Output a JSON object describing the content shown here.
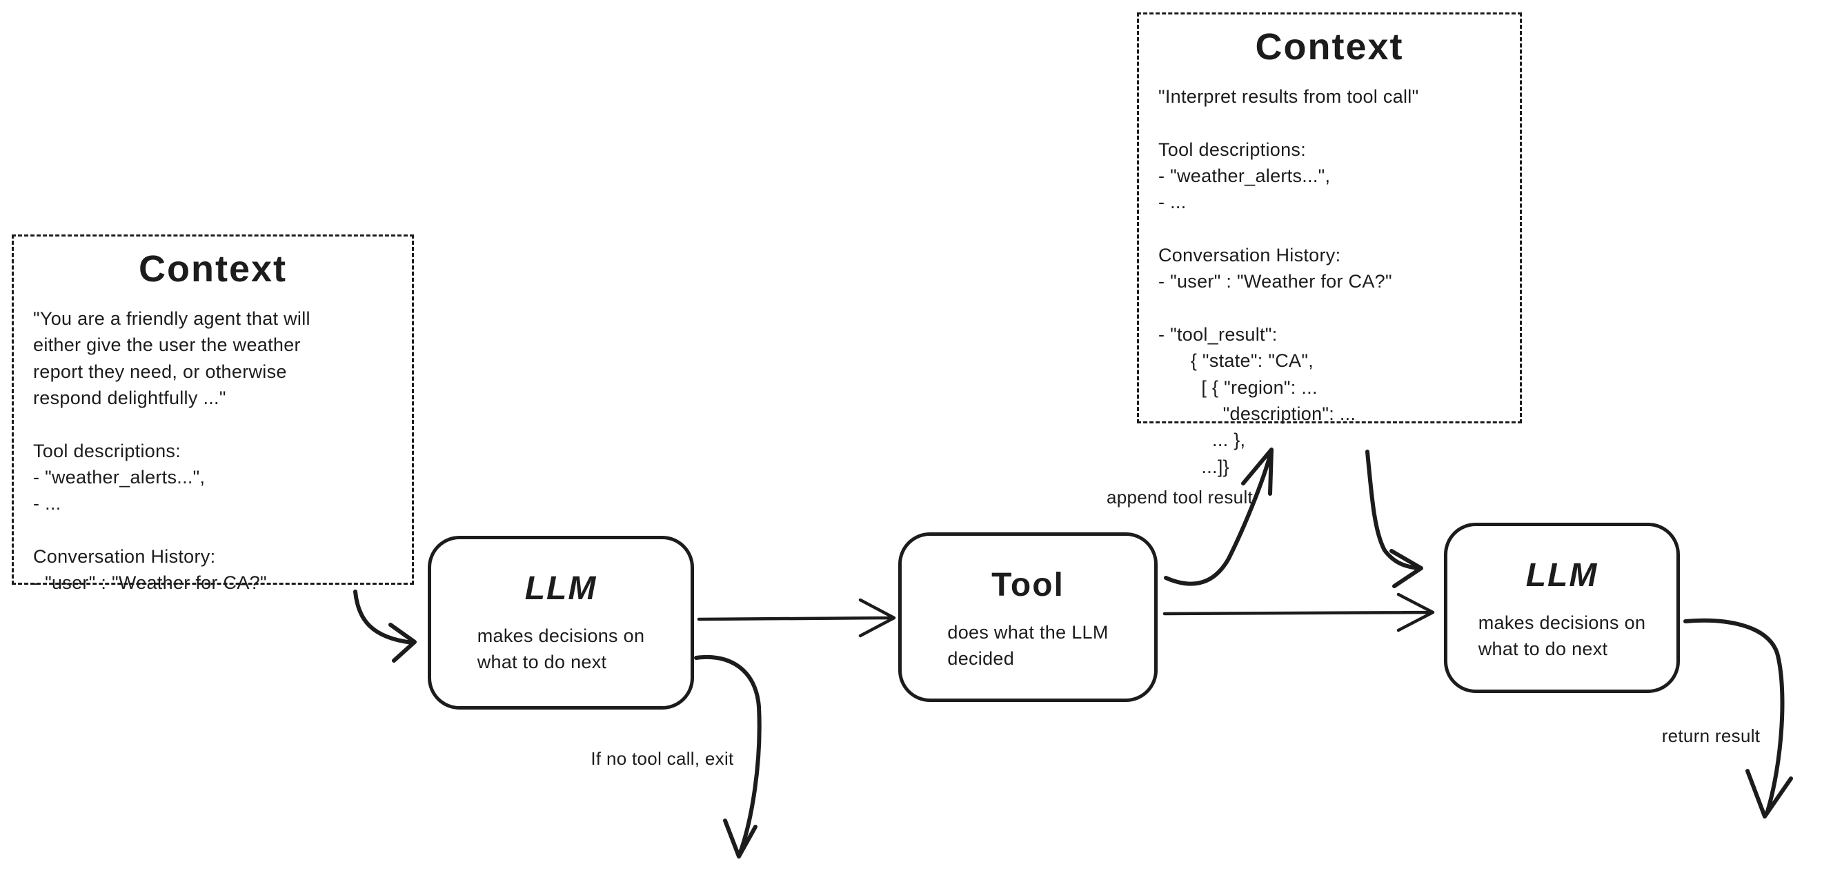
{
  "colors": {
    "background": "#ffffff",
    "ink": "#1c1c1c"
  },
  "context_left": {
    "title": "Context",
    "body": [
      "\"You are a friendly agent that will",
      "either give the user the weather",
      "report they need, or otherwise",
      "respond delightfully ...\"",
      "",
      "Tool descriptions:",
      "- \"weather_alerts...\",",
      "- ...",
      "",
      "Conversation History:",
      "- \"user\" : \"Weather for CA?\""
    ]
  },
  "context_right": {
    "title": "Context",
    "body": [
      "\"Interpret results from tool call\"",
      "",
      "Tool descriptions:",
      "- \"weather_alerts...\",",
      "- ...",
      "",
      "Conversation History:",
      "- \"user\" : \"Weather for CA?\"",
      "",
      "- \"tool_result\":",
      "      { \"state\": \"CA\",",
      "        [ { \"region\": ...",
      "            \"description\": ...",
      "          ... },",
      "        ...]}"
    ]
  },
  "llm1": {
    "title": "LLM",
    "subtitle": [
      "makes decisions on",
      "what to do next"
    ]
  },
  "tool": {
    "title": "Tool",
    "subtitle": [
      "does what the LLM",
      "decided"
    ]
  },
  "llm2": {
    "title": "LLM",
    "subtitle": [
      "makes decisions on",
      "what to do next"
    ]
  },
  "labels": {
    "append_tool_result": "append tool result",
    "no_tool_call_exit": "If no tool call, exit",
    "return_result": "return result"
  }
}
